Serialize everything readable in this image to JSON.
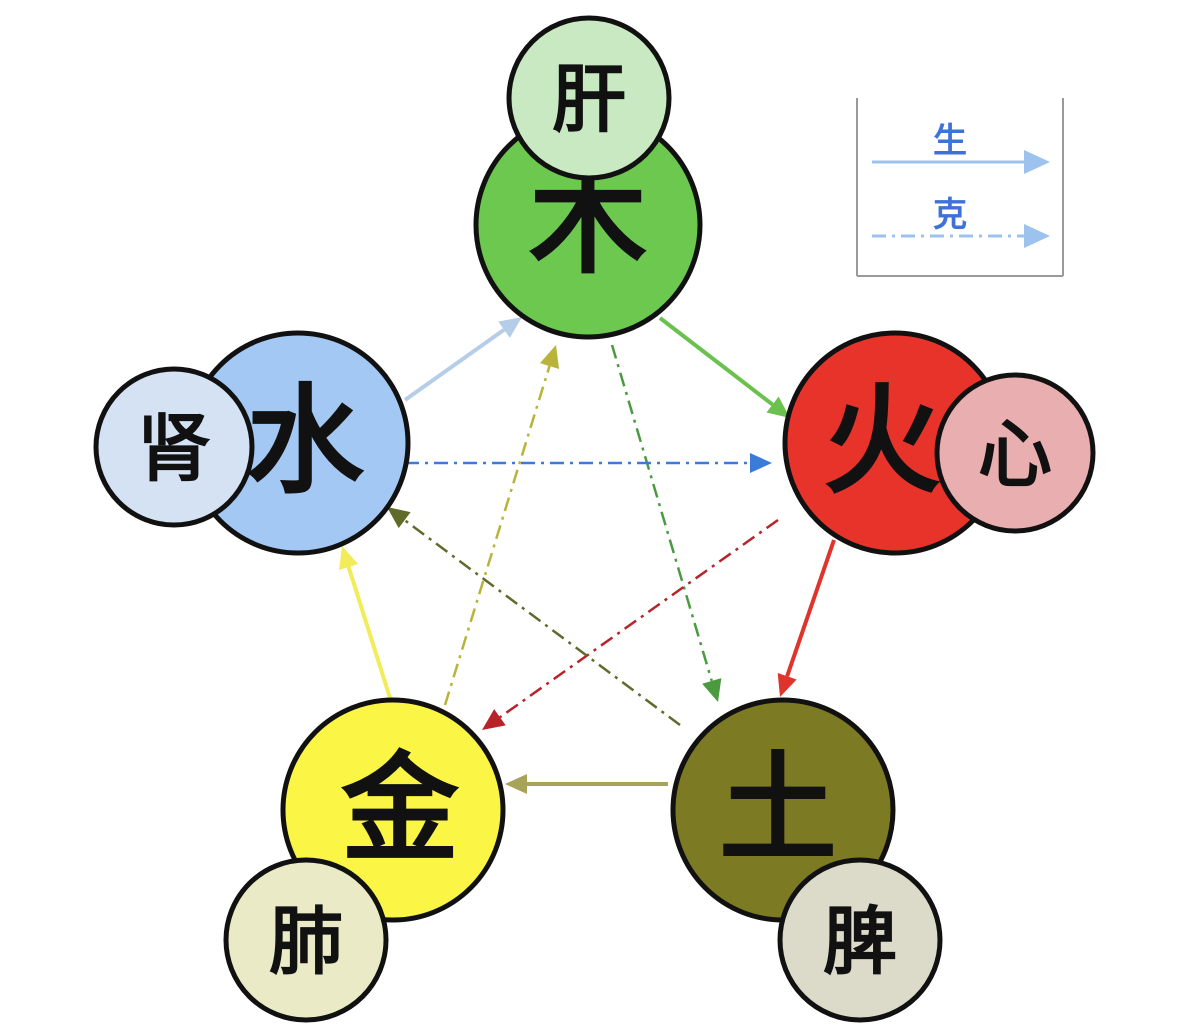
{
  "legend": {
    "sheng_label": "生",
    "ke_label": "克",
    "sheng_color": "#9cc3ee",
    "ke_color": "#9cc3ee",
    "text_color": "#3f72d8"
  },
  "elements": {
    "wood": {
      "char": "木",
      "organ": "肝",
      "fill": "#6cc84e",
      "organ_fill": "#c9e9c2"
    },
    "fire": {
      "char": "火",
      "organ": "心",
      "fill": "#e8332a",
      "organ_fill": "#e9aeb0"
    },
    "earth": {
      "char": "土",
      "organ": "脾",
      "fill": "#7d7a24",
      "organ_fill": "#dcdac8"
    },
    "metal": {
      "char": "金",
      "organ": "肺",
      "fill": "#fbf645",
      "organ_fill": "#eaeac6"
    },
    "water": {
      "char": "水",
      "organ": "肾",
      "fill": "#a4c8f4",
      "organ_fill": "#d4e2f4"
    }
  },
  "arrows": {
    "sheng": [
      {
        "from": "wood",
        "to": "fire",
        "color": "#6ac14e"
      },
      {
        "from": "fire",
        "to": "earth",
        "color": "#e0332c"
      },
      {
        "from": "earth",
        "to": "metal",
        "color": "#a9a35a"
      },
      {
        "from": "metal",
        "to": "water",
        "color": "#f2ec5a"
      },
      {
        "from": "water",
        "to": "wood",
        "color": "#b6cde8"
      }
    ],
    "ke": [
      {
        "from": "wood",
        "to": "earth",
        "color": "#4a9a40"
      },
      {
        "from": "fire",
        "to": "metal",
        "color": "#b8232a"
      },
      {
        "from": "earth",
        "to": "water",
        "color": "#5f6a2b"
      },
      {
        "from": "metal",
        "to": "wood",
        "color": "#b9b33a"
      },
      {
        "from": "water",
        "to": "fire",
        "color": "#3a7ad8"
      }
    ]
  }
}
